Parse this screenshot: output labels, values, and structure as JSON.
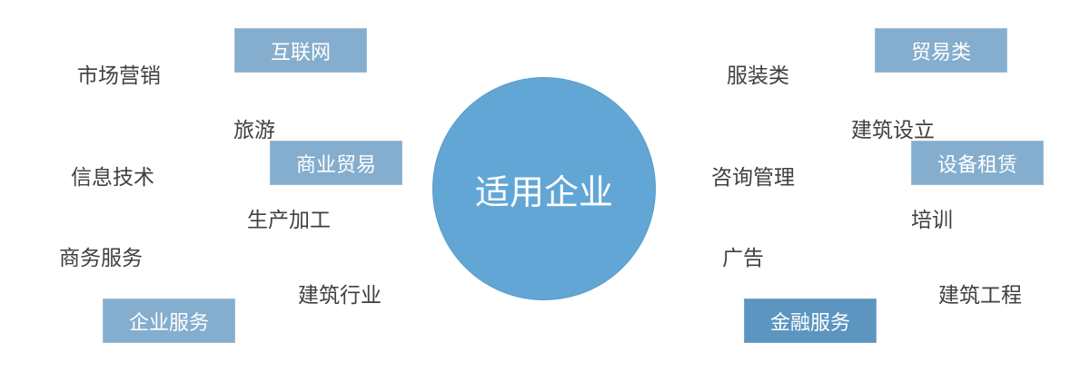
{
  "center": {
    "label": "适用企业"
  },
  "boxes": [
    {
      "label": "互联网"
    },
    {
      "label": "商业贸易"
    },
    {
      "label": "企业服务"
    },
    {
      "label": "贸易类"
    },
    {
      "label": "设备租赁"
    },
    {
      "label": "金融服务"
    }
  ],
  "labels": [
    {
      "label": "市场营销"
    },
    {
      "label": "旅游"
    },
    {
      "label": "信息技术"
    },
    {
      "label": "生产加工"
    },
    {
      "label": "商务服务"
    },
    {
      "label": "建筑行业"
    },
    {
      "label": "服装类"
    },
    {
      "label": "建筑设立"
    },
    {
      "label": "咨询管理"
    },
    {
      "label": "培训"
    },
    {
      "label": "广告"
    },
    {
      "label": "建筑工程"
    }
  ],
  "colors": {
    "circle": "#62a6d6",
    "box": "#85aece",
    "box_dark": "#5b95c0",
    "text": "#404040"
  }
}
